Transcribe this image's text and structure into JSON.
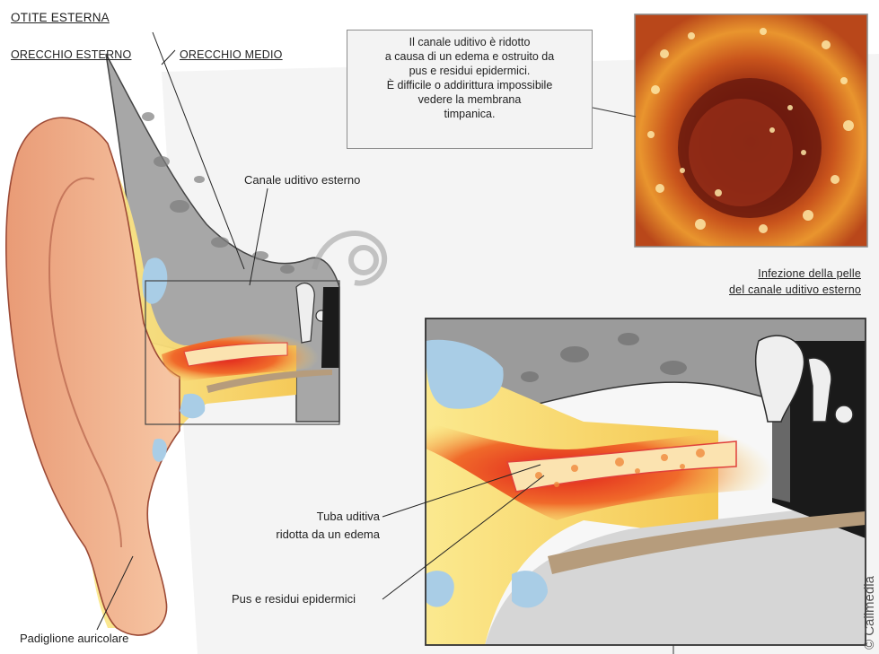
{
  "title": "OTITE ESTERNA",
  "sections": {
    "outer_ear": "ORECCHIO ESTERNO",
    "middle_ear": "ORECCHIO MEDIO"
  },
  "caption": {
    "line1": "Il canale uditivo è ridotto",
    "line2": "a causa di un edema e ostruito da",
    "line3": "pus e residui epidermici.",
    "line4": "È difficile o addirittura impossibile",
    "line5": "vedere la membrana",
    "line6": "timpanica."
  },
  "labels": {
    "canal": "Canale uditivo esterno",
    "infection_line1": "Infezione della pelle",
    "infection_line2": "del canale uditivo esterno",
    "tube_line1": "Tuba uditiva",
    "tube_line2": "ridotta da un edema",
    "pus": "Pus e residui epidermici",
    "pinna": "Padiglione auricolare"
  },
  "credit": "© Calimedia",
  "colors": {
    "skin": "#f2b48c",
    "skin_dark": "#d9896a",
    "tissue_yellow": "#f7d96b",
    "inflamed_red": "#e5332a",
    "bone_gray": "#9a9a9a",
    "fluid_blue": "#a9cde6"
  }
}
